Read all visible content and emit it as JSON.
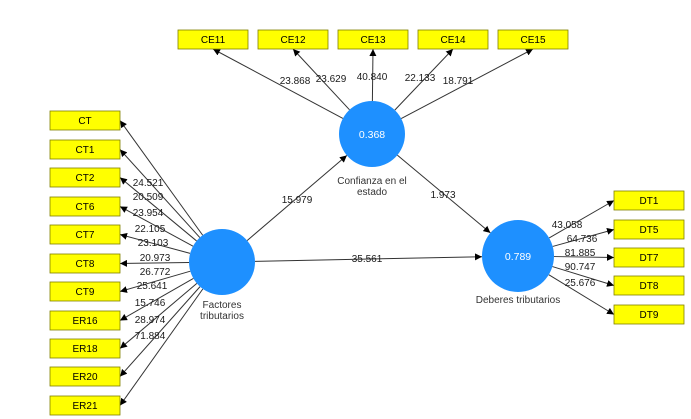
{
  "latent_variables": [
    {
      "id": "fac",
      "value": "",
      "label_lines": [
        "Factores",
        "tributarios"
      ]
    },
    {
      "id": "con",
      "value": "0.368",
      "label_lines": [
        "Confianza en el",
        "estado"
      ]
    },
    {
      "id": "deb",
      "value": "0.789",
      "label_lines": [
        "Deberes tributarios"
      ]
    }
  ],
  "indicators": [
    {
      "id": "CE11",
      "label": "CE11",
      "construct": "con",
      "coef": "23.868"
    },
    {
      "id": "CE12",
      "label": "CE12",
      "construct": "con",
      "coef": "23.629"
    },
    {
      "id": "CE13",
      "label": "CE13",
      "construct": "con",
      "coef": "40.840"
    },
    {
      "id": "CE14",
      "label": "CE14",
      "construct": "con",
      "coef": "22.133"
    },
    {
      "id": "CE15",
      "label": "CE15",
      "construct": "con",
      "coef": "18.791"
    },
    {
      "id": "CT",
      "label": "CT",
      "construct": "fac",
      "coef": "24.521"
    },
    {
      "id": "CT1",
      "label": "CT1",
      "construct": "fac",
      "coef": "20.509"
    },
    {
      "id": "CT2",
      "label": "CT2",
      "construct": "fac",
      "coef": "23.954"
    },
    {
      "id": "CT6",
      "label": "CT6",
      "construct": "fac",
      "coef": "22.105"
    },
    {
      "id": "CT7",
      "label": "CT7",
      "construct": "fac",
      "coef": "23.103"
    },
    {
      "id": "CT8",
      "label": "CT8",
      "construct": "fac",
      "coef": "20.973"
    },
    {
      "id": "CT9",
      "label": "CT9",
      "construct": "fac",
      "coef": "26.772"
    },
    {
      "id": "ER16",
      "label": "ER16",
      "construct": "fac",
      "coef": "25.641"
    },
    {
      "id": "ER18",
      "label": "ER18",
      "construct": "fac",
      "coef": "15.746"
    },
    {
      "id": "ER20",
      "label": "ER20",
      "construct": "fac",
      "coef": "28.974"
    },
    {
      "id": "ER21",
      "label": "ER21",
      "construct": "fac",
      "coef": "71.884"
    },
    {
      "id": "DT1",
      "label": "DT1",
      "construct": "deb",
      "coef": "43.058"
    },
    {
      "id": "DT5",
      "label": "DT5",
      "construct": "deb",
      "coef": "64.736"
    },
    {
      "id": "DT7",
      "label": "DT7",
      "construct": "deb",
      "coef": "81.885"
    },
    {
      "id": "DT8",
      "label": "DT8",
      "construct": "deb",
      "coef": "90.747"
    },
    {
      "id": "DT9",
      "label": "DT9",
      "construct": "deb",
      "coef": "25.676"
    }
  ],
  "paths": [
    {
      "id": "fac-con",
      "from": "fac",
      "to": "con",
      "coef": "15.979"
    },
    {
      "id": "con-deb",
      "from": "con",
      "to": "deb",
      "coef": "1.973"
    },
    {
      "id": "fac-deb",
      "from": "fac",
      "to": "deb",
      "coef": "35.561"
    }
  ]
}
